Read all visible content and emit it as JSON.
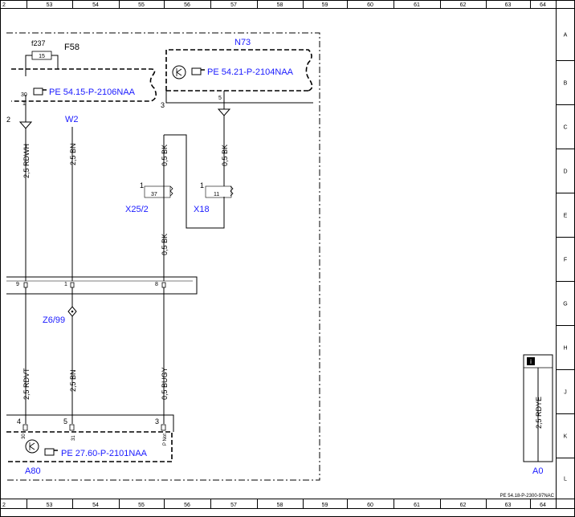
{
  "ruler": {
    "top": [
      "2",
      "53",
      "54",
      "55",
      "56",
      "57",
      "58",
      "59",
      "60",
      "61",
      "62",
      "63",
      "64"
    ],
    "bottom": [
      "2",
      "53",
      "54",
      "55",
      "56",
      "57",
      "58",
      "59",
      "60",
      "61",
      "62",
      "63",
      "64"
    ],
    "rows": [
      "A",
      "B",
      "C",
      "D",
      "E",
      "F",
      "G",
      "H",
      "J",
      "K",
      "L"
    ]
  },
  "components": {
    "f237": "f237",
    "f237_pin": "15",
    "F58": "F58",
    "F58_pin_top": "30",
    "F58_pin_bot": "1",
    "F58_ref": "PE 54.15-P-2106NAA",
    "N73": "N73",
    "N73_ref": "PE 54.21-P-2104NAA",
    "N73_pin3": "3",
    "N73_pin5": "5",
    "W2": "W2",
    "X25_2": "X25/2",
    "X25_2_pin": "37",
    "X25_2_num": "1",
    "X18": "X18",
    "X18_pin": "11",
    "X18_num": "1",
    "Z6_99": "Z6/99",
    "A80": "A80",
    "A80_ref": "PE 27.60-P-2101NAA",
    "A80_pin4": "4",
    "A80_pin5": "5",
    "A80_pin3": "3",
    "A80_pin30": "30",
    "A80_pin31": "31",
    "A80_pnot": "P Not",
    "A0": "A0",
    "A0_wire": "2,5 RDYE",
    "left_pin": "2"
  },
  "wires": {
    "w1": "2,5 RDWH",
    "w2": "2,5 BN",
    "w3": "0,5 BK",
    "w4": "0,5 BK",
    "w5": "0,5 BK",
    "w6": "2,5 RDVT",
    "w7": "2,5 BN",
    "w8": "0,5 BUGY"
  },
  "connector_pins": {
    "p9": "9",
    "p1": "1",
    "p8": "8"
  },
  "footer": "PE 54.18-P-2300-97NAC"
}
